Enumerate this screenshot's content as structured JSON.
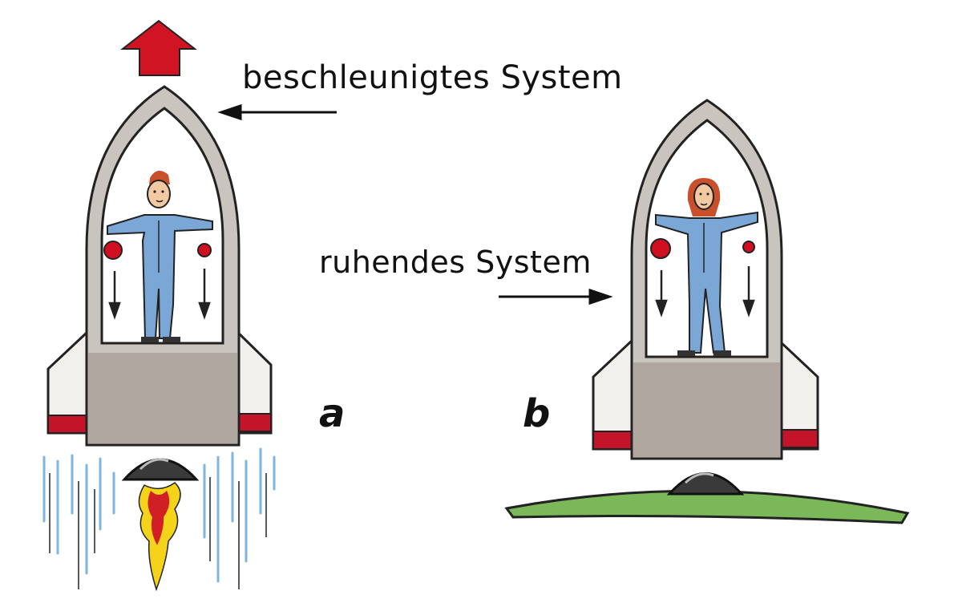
{
  "labels": {
    "accelerated_system": "beschleunigtes System",
    "resting_system": "ruhendes System",
    "panel_a": "a",
    "panel_b": "b"
  },
  "colors": {
    "rocket_body": "#c9c4bd",
    "rocket_outline": "#222222",
    "rocket_base_shade": "#a59d94",
    "fin": "#f2f0ec",
    "fin_stripe": "#c4142a",
    "suit": "#7ba7d6",
    "ball": "#d01020",
    "up_arrow": "#d01424",
    "ground": "#7bb85a",
    "flame_yellow": "#f5d31a",
    "flame_red": "#d21f26",
    "exhaust": "#7eb6e0"
  },
  "icons": {
    "up_arrow": "up-arrow-icon",
    "pointer_arrow": "arrow-left-icon"
  }
}
